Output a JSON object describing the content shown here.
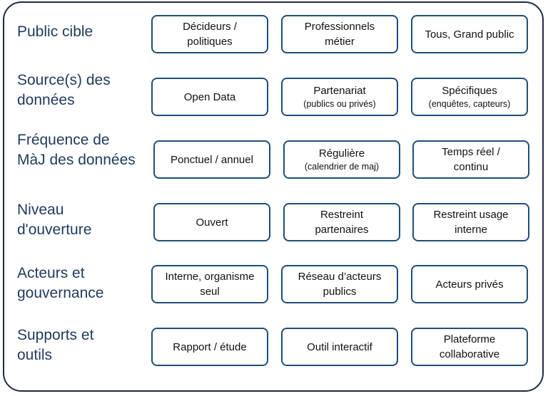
{
  "rows": [
    {
      "label": "Public cible",
      "options": [
        {
          "text": "Décideurs /\npolitiques",
          "sub": ""
        },
        {
          "text": "Professionnels\nmétier",
          "sub": ""
        },
        {
          "text": "Tous, Grand public",
          "sub": ""
        }
      ]
    },
    {
      "label": "Source(s) des\ndonnées",
      "options": [
        {
          "text": "Open Data",
          "sub": ""
        },
        {
          "text": "Partenariat",
          "sub": "(publics ou privés)"
        },
        {
          "text": "Spécifiques",
          "sub": "(enquêtes, capteurs)"
        }
      ]
    },
    {
      "label": "Fréquence de\nMàJ des données",
      "options": [
        {
          "text": "Ponctuel / annuel",
          "sub": ""
        },
        {
          "text": "Régulière",
          "sub": "(calendrier de maj)"
        },
        {
          "text": "Temps réel /\ncontinu",
          "sub": ""
        }
      ]
    },
    {
      "label": "Niveau\nd'ouverture",
      "options": [
        {
          "text": "Ouvert",
          "sub": ""
        },
        {
          "text": "Restreint\npartenaires",
          "sub": ""
        },
        {
          "text": "Restreint usage\ninterne",
          "sub": ""
        }
      ]
    },
    {
      "label": "Acteurs et\ngouvernance",
      "options": [
        {
          "text": "Interne, organisme\nseul",
          "sub": ""
        },
        {
          "text": "Réseau d’acteurs\npublics",
          "sub": ""
        },
        {
          "text": "Acteurs privés",
          "sub": ""
        }
      ]
    },
    {
      "label": "Supports et\noutils",
      "options": [
        {
          "text": "Rapport / étude",
          "sub": ""
        },
        {
          "text": "Outil interactif",
          "sub": ""
        },
        {
          "text": "Plateforme\ncollaborative",
          "sub": ""
        }
      ]
    }
  ],
  "colors": {
    "frame_border": "#1f2a44",
    "box_border": "#1f4e79",
    "label_text": "#1f3a5f",
    "box_text": "#111111"
  }
}
